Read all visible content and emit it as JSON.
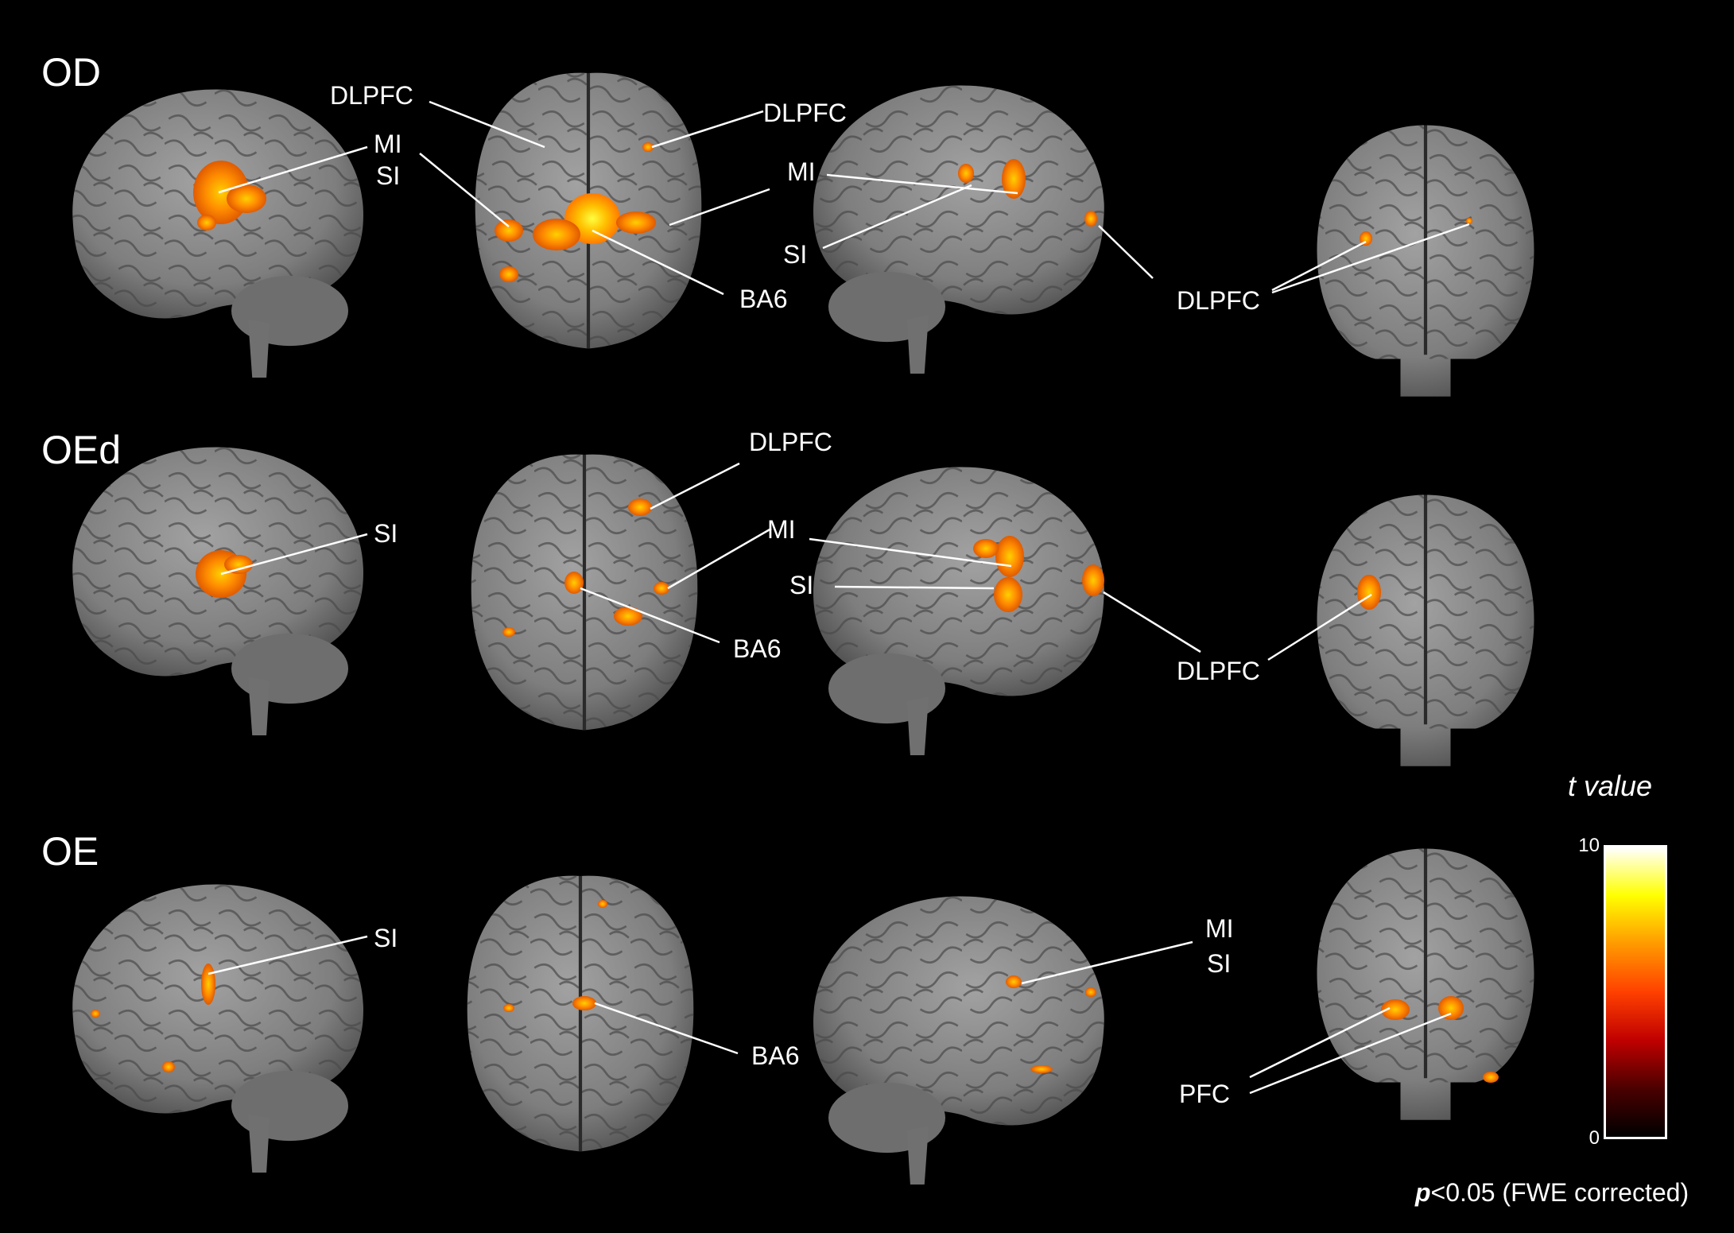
{
  "figure": {
    "background": "#000000",
    "brain_color": "#8a8a8a",
    "activation_color": "#ff8c00",
    "rows": [
      {
        "label": "OD"
      },
      {
        "label": "OEd"
      },
      {
        "label": "OE"
      }
    ],
    "annotations": {
      "od_dlpfc_1": "DLPFC",
      "od_dlpfc_2": "DLPFC",
      "od_mi": "MI",
      "od_si": "SI",
      "od_mi_2": "MI",
      "od_si_2": "SI",
      "od_ba6": "BA6",
      "od_dlpfc_3": "DLPFC",
      "oed_si": "SI",
      "oed_dlpfc_1": "DLPFC",
      "oed_mi": "MI",
      "oed_si_2": "SI",
      "oed_ba6": "BA6",
      "oed_dlpfc_2": "DLPFC",
      "oe_si": "SI",
      "oe_ba6": "BA6",
      "oe_mi": "MI",
      "oe_si_2": "SI",
      "oe_pfc": "PFC"
    },
    "colorbar": {
      "title": "t value",
      "max": "10",
      "min": "0",
      "stops": [
        "#000000",
        "#4a0000",
        "#c00000",
        "#ff4000",
        "#ff9a00",
        "#ffff00",
        "#ffffff"
      ]
    },
    "footnote": {
      "prefix": "p",
      "text": "<0.05 (FWE corrected)"
    }
  }
}
